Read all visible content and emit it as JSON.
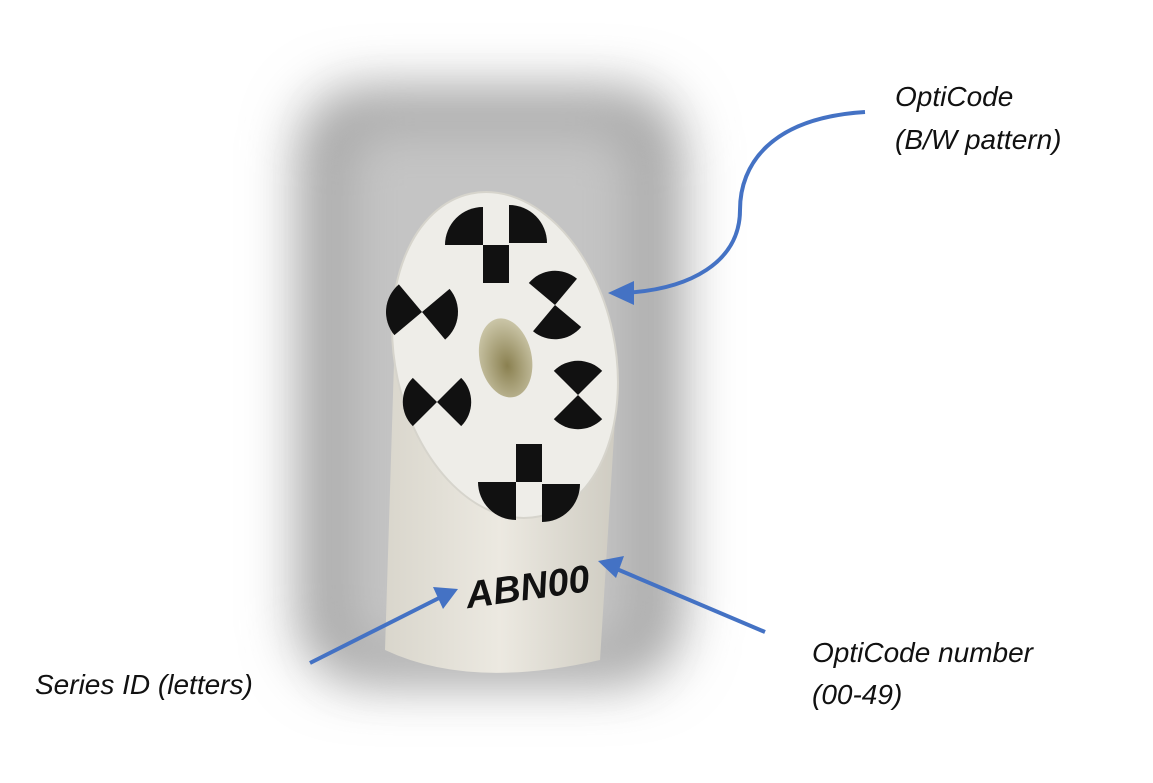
{
  "labels": {
    "opticode_title": "OptiCode",
    "opticode_sub": "(B/W pattern)",
    "series_id": "Series ID (letters)",
    "number_title": "OptiCode number",
    "number_sub": "(00-49)"
  },
  "object_text": "ABN00",
  "colors": {
    "arrow": "#4472C4",
    "marker": "#111111",
    "face": "#ecebe6",
    "background": "#ffffff"
  }
}
